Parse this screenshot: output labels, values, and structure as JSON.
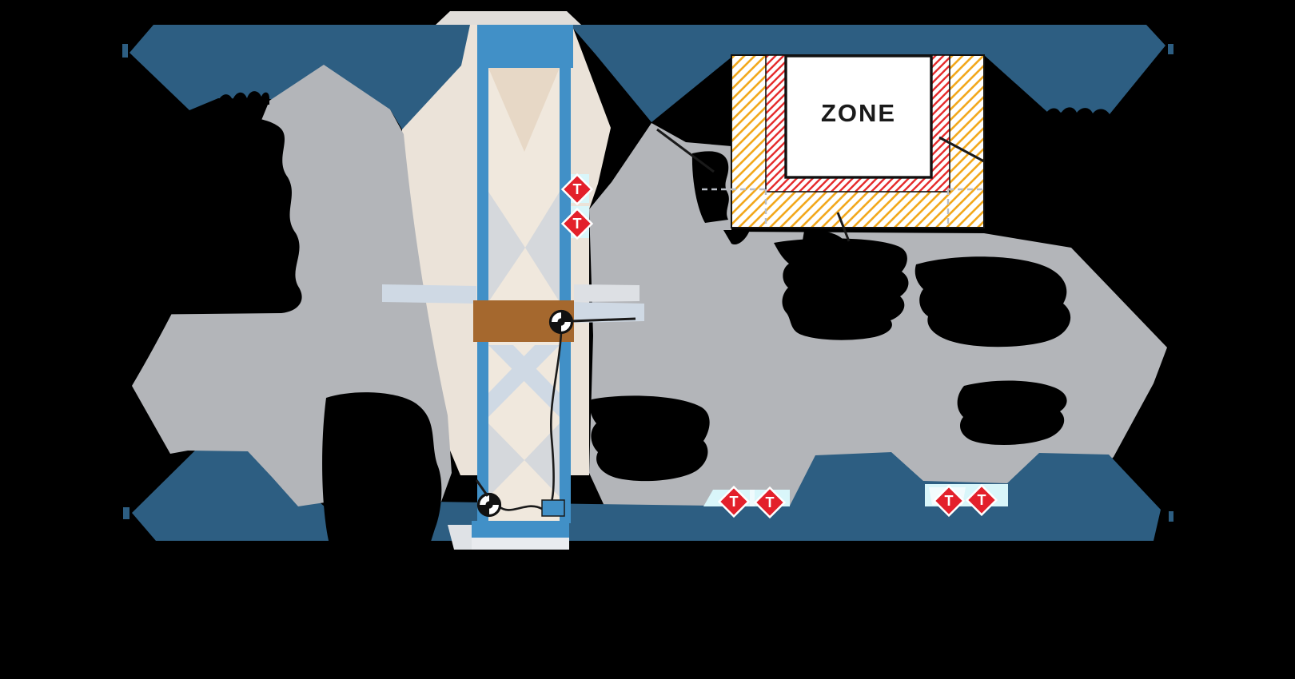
{
  "figure": {
    "zone_detail": {
      "label": "ZONE"
    },
    "thermocouple": {
      "label": "T",
      "count": 6,
      "on_column": 2,
      "on_base_left_pair": 2,
      "on_base_right_pair": 2
    },
    "colors": {
      "background": "#000000",
      "slab_band_blue": "#2d5e82",
      "frame_blue": "#4190c7",
      "load_block_brown": "#a5682e",
      "callout_gray": "#b3b5b9",
      "panel_beige": "#ebe3d9",
      "shade_blue_gray": "#cfd9e4",
      "thermo_strip_cyan": "#d9f6fa",
      "marker_red": "#e3202b",
      "hatch_yellow": "#f2a81d",
      "hatch_red": "#e52b2c",
      "line_black": "#1a1a1a",
      "dashed_gray": "#b9bec6"
    }
  }
}
